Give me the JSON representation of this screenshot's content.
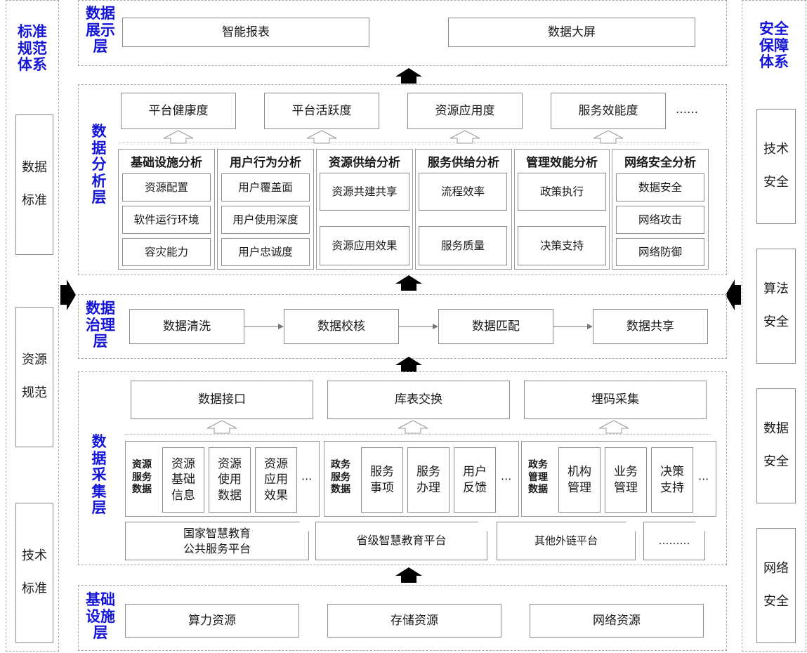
{
  "left_system": {
    "title": "标准\n规范\n体系",
    "items": [
      "数据\n标准",
      "资源\n规范",
      "技术\n标准"
    ]
  },
  "right_system": {
    "title": "安全\n保障\n体系",
    "items": [
      "技术\n安全",
      "算法\n安全",
      "数据\n安全",
      "网络\n安全"
    ]
  },
  "display_layer": {
    "title": "数据\n展示\n层",
    "items": [
      "智能报表",
      "数据大屏"
    ]
  },
  "analysis_layer": {
    "title": "数\n据\n分\n析\n层",
    "indicators": [
      "平台健康度",
      "平台活跃度",
      "资源应用度",
      "服务效能度"
    ],
    "indicators_more": "……",
    "groups": [
      {
        "header": "基础设施分析",
        "items": [
          "资源配置",
          "软件运行环境",
          "容灾能力"
        ]
      },
      {
        "header": "用户行为分析",
        "items": [
          "用户覆盖面",
          "用户使用深度",
          "用户忠诚度"
        ]
      },
      {
        "header": "资源供给分析",
        "items": [
          "资源共建共享",
          "资源应用效果"
        ]
      },
      {
        "header": "服务供给分析",
        "items": [
          "流程效率",
          "服务质量"
        ]
      },
      {
        "header": "管理效能分析",
        "items": [
          "政策执行",
          "决策支持"
        ]
      },
      {
        "header": "网络安全分析",
        "items": [
          "数据安全",
          "网络攻击",
          "网络防御"
        ]
      }
    ]
  },
  "governance_layer": {
    "title": "数据\n治理\n层",
    "steps": [
      "数据清洗",
      "数据校核",
      "数据匹配",
      "数据共享"
    ]
  },
  "collection_layer": {
    "title": "数\n据\n采\n集\n层",
    "methods": [
      "数据接口",
      "库表交换",
      "埋码采集"
    ],
    "groups": [
      {
        "label": "资源\n服务\n数据",
        "items": [
          "资源\n基础\n信息",
          "资源\n使用\n数据",
          "资源\n应用\n效果"
        ],
        "more": "···"
      },
      {
        "label": "政务\n服务\n数据",
        "items": [
          "服务\n事项",
          "服务\n办理",
          "用户\n反馈"
        ],
        "more": "···"
      },
      {
        "label": "政务\n管理\n数据",
        "items": [
          "机构\n管理",
          "业务\n管理",
          "决策\n支持"
        ],
        "more": "···"
      }
    ],
    "platforms": [
      "国家智慧教育\n公共服务平台",
      "省级智慧教育平台",
      "其他外链平台",
      "………"
    ]
  },
  "infrastructure_layer": {
    "title": "基础\n设施\n层",
    "items": [
      "算力资源",
      "存储资源",
      "网络资源"
    ]
  },
  "colors": {
    "title_blue": "#1515d8",
    "border_gray": "#8c8c8c",
    "dashed_gray": "#a8a8a8",
    "arrow_black": "#000000"
  }
}
